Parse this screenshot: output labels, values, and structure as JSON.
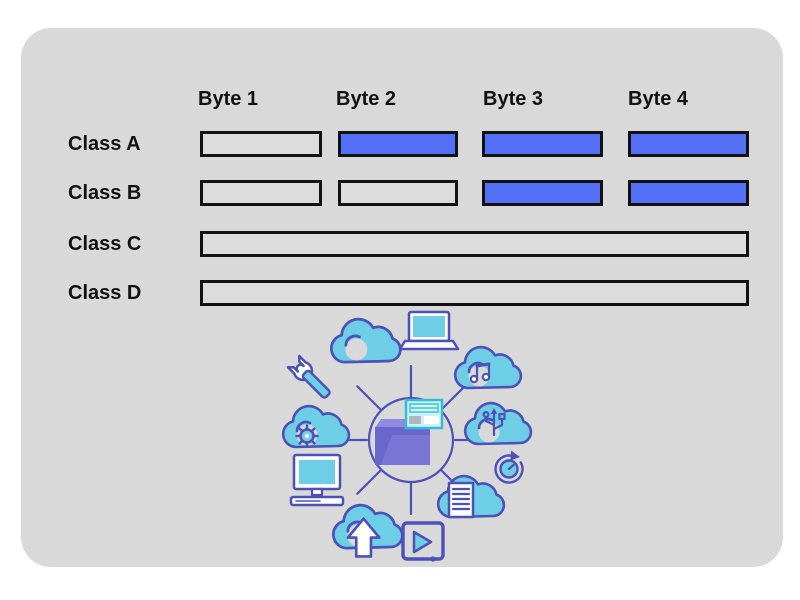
{
  "table": {
    "byte_headers": [
      "Byte 1",
      "Byte 2",
      "Byte 3",
      "Byte 4"
    ],
    "rows": [
      {
        "label": "Class A",
        "span": false,
        "cells": [
          "empty",
          "filled",
          "filled",
          "filled"
        ]
      },
      {
        "label": "Class B",
        "span": false,
        "cells": [
          "empty",
          "empty",
          "filled",
          "filled"
        ]
      },
      {
        "label": "Class C",
        "span": true,
        "cells": [
          "empty"
        ]
      },
      {
        "label": "Class D",
        "span": true,
        "cells": [
          "empty"
        ]
      }
    ]
  },
  "colors": {
    "card_bg": "#D9D9D9",
    "ink": "#111111",
    "byte_filled": "#5470F7",
    "byte_empty": "#DCDCDC",
    "cloud_blue": "#6ECEE5",
    "indigo": "#4B51B7",
    "folder_purple": "#6A66CD",
    "folder_light": "#8E8ADF",
    "folder_front": "#7B76D6",
    "doc_fill": "#CDF1F6",
    "doc_stroke": "#35BBD3"
  },
  "illustration": {
    "name": "cloud-computing-hub",
    "icons": [
      "wrench",
      "cloud",
      "laptop",
      "music-cloud",
      "usb-cloud",
      "refresh-clock",
      "document-cloud",
      "play-window",
      "upload-cloud",
      "desktop-monitor",
      "gear-cloud",
      "folder-hub"
    ]
  }
}
